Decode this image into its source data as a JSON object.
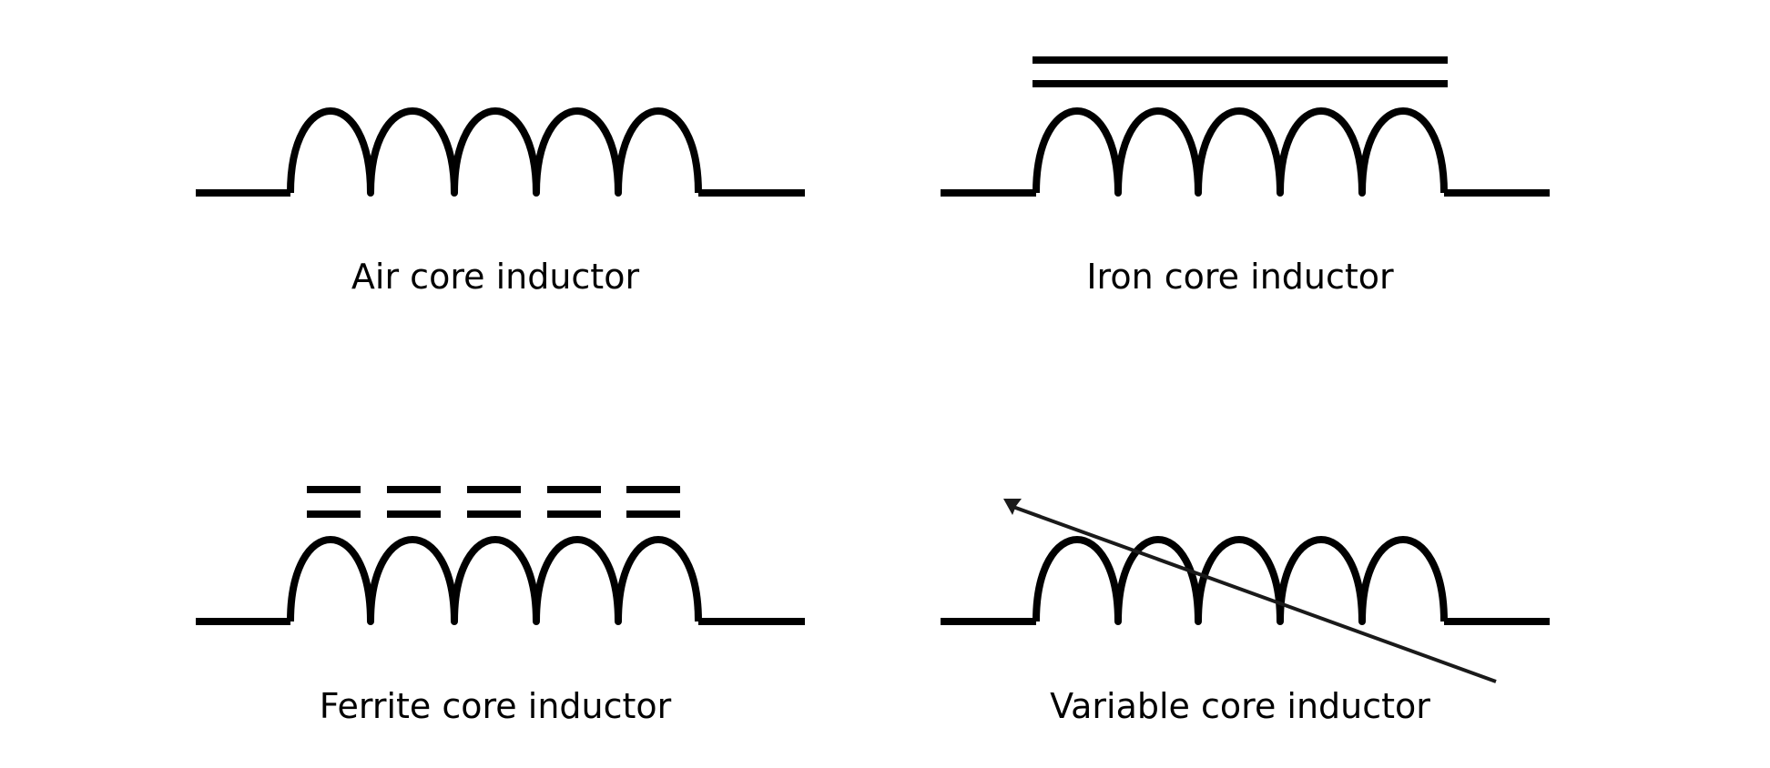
{
  "symbols": [
    {
      "id": "air",
      "label": "Air core inductor",
      "core": "none"
    },
    {
      "id": "iron",
      "label": "Iron core inductor",
      "core": "solid"
    },
    {
      "id": "ferrite",
      "label": "Ferrite core inductor",
      "core": "dashed"
    },
    {
      "id": "variable",
      "label": "Variable core inductor",
      "core": "arrow"
    }
  ],
  "turns": 5,
  "colors": {
    "stroke": "#000000",
    "background": "#ffffff"
  }
}
